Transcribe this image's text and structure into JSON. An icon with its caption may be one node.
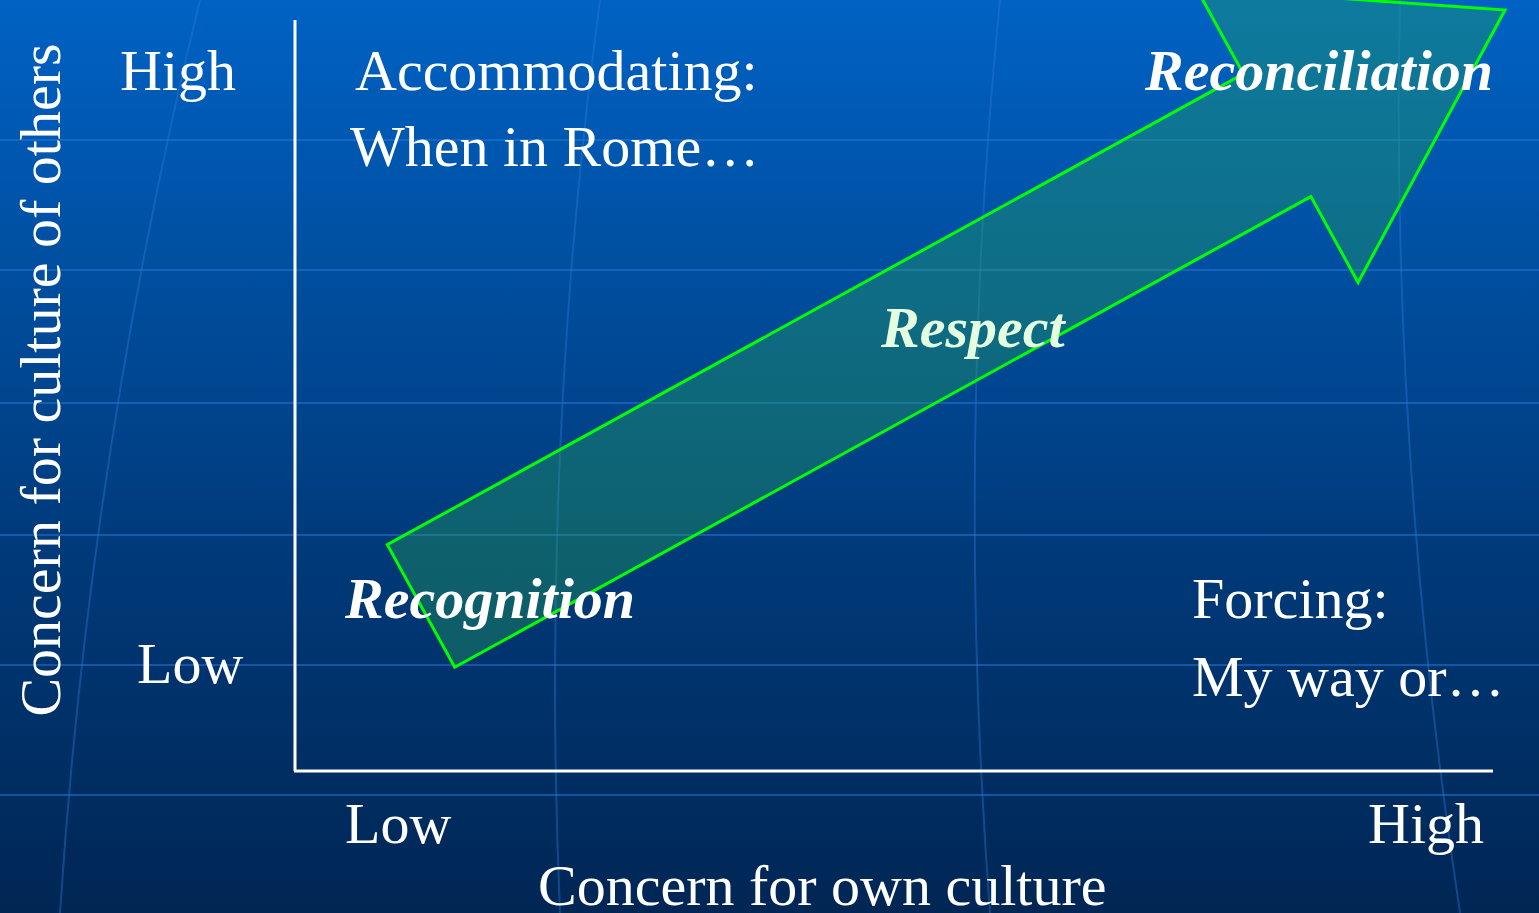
{
  "diagram": {
    "nodes": [
      {
        "text": [
          "Recognition"
        ]
      },
      {
        "text": [
          "Reconciliation"
        ]
      }
    ],
    "edges": [
      {
        "from": 0,
        "to": 1,
        "arrow": "to",
        "label": "Respect",
        "style": "thick",
        "color": "#00ff00"
      }
    ],
    "labels": [
      "Concern for culture of others",
      "High",
      "Accommodating:",
      "When in Rome…",
      "Low",
      "Forcing:",
      "My way or…",
      "Low",
      "High",
      "Concern for own culture"
    ]
  }
}
